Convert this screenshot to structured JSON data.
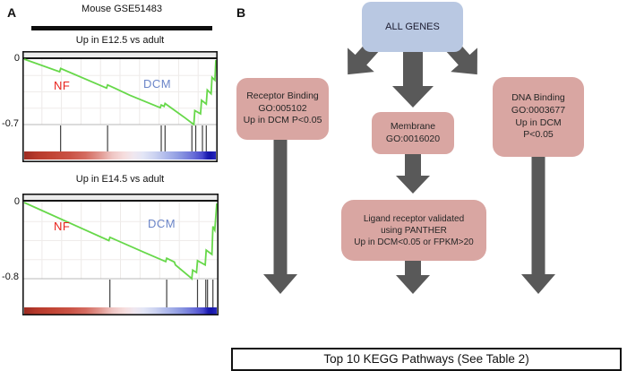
{
  "panelA": {
    "label": "A",
    "title": "Mouse GSE51483",
    "plots": [
      {
        "subtitle": "Up in E12.5 vs adult",
        "y_top_label": "0",
        "y_bottom_label": "-0.7",
        "group_left": "NF",
        "group_right": "DCM"
      },
      {
        "subtitle": "Up in E14.5 vs adult",
        "y_top_label": "0",
        "y_bottom_label": "-0.8",
        "group_left": "NF",
        "group_right": "DCM"
      }
    ]
  },
  "panelB": {
    "label": "B",
    "nodes": {
      "all_genes": {
        "label": "ALL GENES"
      },
      "receptor": {
        "lines": [
          "Receptor Binding",
          "GO:005102",
          "Up in DCM P<0.05"
        ]
      },
      "membrane": {
        "lines": [
          "Membrane",
          "GO:0016020"
        ]
      },
      "ligand": {
        "lines": [
          "Ligand receptor validated",
          "using PANTHER",
          "Up in DCM<0.05 or FPKM>20"
        ]
      },
      "dna": {
        "lines": [
          "DNA Binding",
          "GO:0003677",
          "Up in DCM",
          "P<0.05"
        ]
      }
    },
    "bottom_banner": "Top 10 KEGG Pathways (See Table 2)"
  },
  "colors": {
    "curve_green": "#67d84a",
    "nf_red": "#e8231d",
    "dcm_blue": "#6b85c8",
    "arrow_gray": "#595959",
    "pink_box": "#d9a6a2",
    "blue_box": "#b9c8e2",
    "es_gradient": [
      [
        "0",
        "#9c2b21"
      ],
      [
        "0.06",
        "#b5392b"
      ],
      [
        "0.14",
        "#c14434"
      ],
      [
        "0.24",
        "#ca5346"
      ],
      [
        "0.32",
        "#d46b60"
      ],
      [
        "0.40",
        "#e29b94"
      ],
      [
        "0.46",
        "#efc6c4"
      ],
      [
        "0.52",
        "#f6dddd"
      ],
      [
        "0.57",
        "#f0e7ef"
      ],
      [
        "0.62",
        "#e3e6f6"
      ],
      [
        "0.68",
        "#ccd3f1"
      ],
      [
        "0.75",
        "#aab5ea"
      ],
      [
        "0.82",
        "#8894e0"
      ],
      [
        "0.88",
        "#6a6fd8"
      ],
      [
        "0.93",
        "#4747cc"
      ],
      [
        "0.955",
        "#1c1cb0"
      ],
      [
        "0.97",
        "#1515a8"
      ],
      [
        "1",
        "#2727bd"
      ]
    ]
  },
  "chart_data": [
    {
      "type": "line",
      "title": "Up in E12.5 vs adult",
      "legend": [
        "NF",
        "DCM"
      ],
      "ylim": [
        -0.7,
        0
      ],
      "y_ticks": [
        "0",
        "-0.7"
      ],
      "series": [
        {
          "name": "running enrichment score",
          "points": [
            [
              0,
              0
            ],
            [
              0.185,
              -0.135
            ],
            [
              0.19,
              -0.1
            ],
            [
              0.43,
              -0.31
            ],
            [
              0.435,
              -0.275
            ],
            [
              0.55,
              -0.385
            ],
            [
              0.71,
              -0.52
            ],
            [
              0.715,
              -0.49
            ],
            [
              0.73,
              -0.505
            ],
            [
              0.735,
              -0.475
            ],
            [
              0.84,
              -0.63
            ],
            [
              0.885,
              -0.7
            ],
            [
              0.89,
              -0.55
            ],
            [
              0.92,
              -0.585
            ],
            [
              0.925,
              -0.44
            ],
            [
              0.95,
              -0.48
            ],
            [
              0.955,
              -0.33
            ],
            [
              0.975,
              -0.37
            ],
            [
              0.98,
              -0.195
            ],
            [
              0.995,
              -0.225
            ],
            [
              1,
              -0.01
            ]
          ]
        }
      ],
      "hit_positions_frac": [
        0.19,
        0.435,
        0.715,
        0.735,
        0.875,
        0.895,
        0.93,
        0.95
      ]
    },
    {
      "type": "line",
      "title": "Up in E14.5 vs adult",
      "legend": [
        "NF",
        "DCM"
      ],
      "ylim": [
        -0.8,
        0
      ],
      "y_ticks": [
        "0",
        "-0.8"
      ],
      "series": [
        {
          "name": "running enrichment score",
          "points": [
            [
              0,
              0
            ],
            [
              0.44,
              -0.4
            ],
            [
              0.445,
              -0.365
            ],
            [
              0.62,
              -0.52
            ],
            [
              0.735,
              -0.62
            ],
            [
              0.74,
              -0.585
            ],
            [
              0.78,
              -0.625
            ],
            [
              0.785,
              -0.655
            ],
            [
              0.865,
              -0.79
            ],
            [
              0.87,
              -0.8
            ],
            [
              0.875,
              -0.71
            ],
            [
              0.895,
              -0.735
            ],
            [
              0.9,
              -0.61
            ],
            [
              0.94,
              -0.655
            ],
            [
              0.945,
              -0.5
            ],
            [
              0.975,
              -0.545
            ],
            [
              0.98,
              -0.25
            ],
            [
              0.99,
              -0.29
            ],
            [
              1,
              -0.01
            ]
          ]
        }
      ],
      "hit_positions_frac": [
        0.445,
        0.74,
        0.9,
        0.943,
        0.952,
        0.98
      ]
    }
  ]
}
